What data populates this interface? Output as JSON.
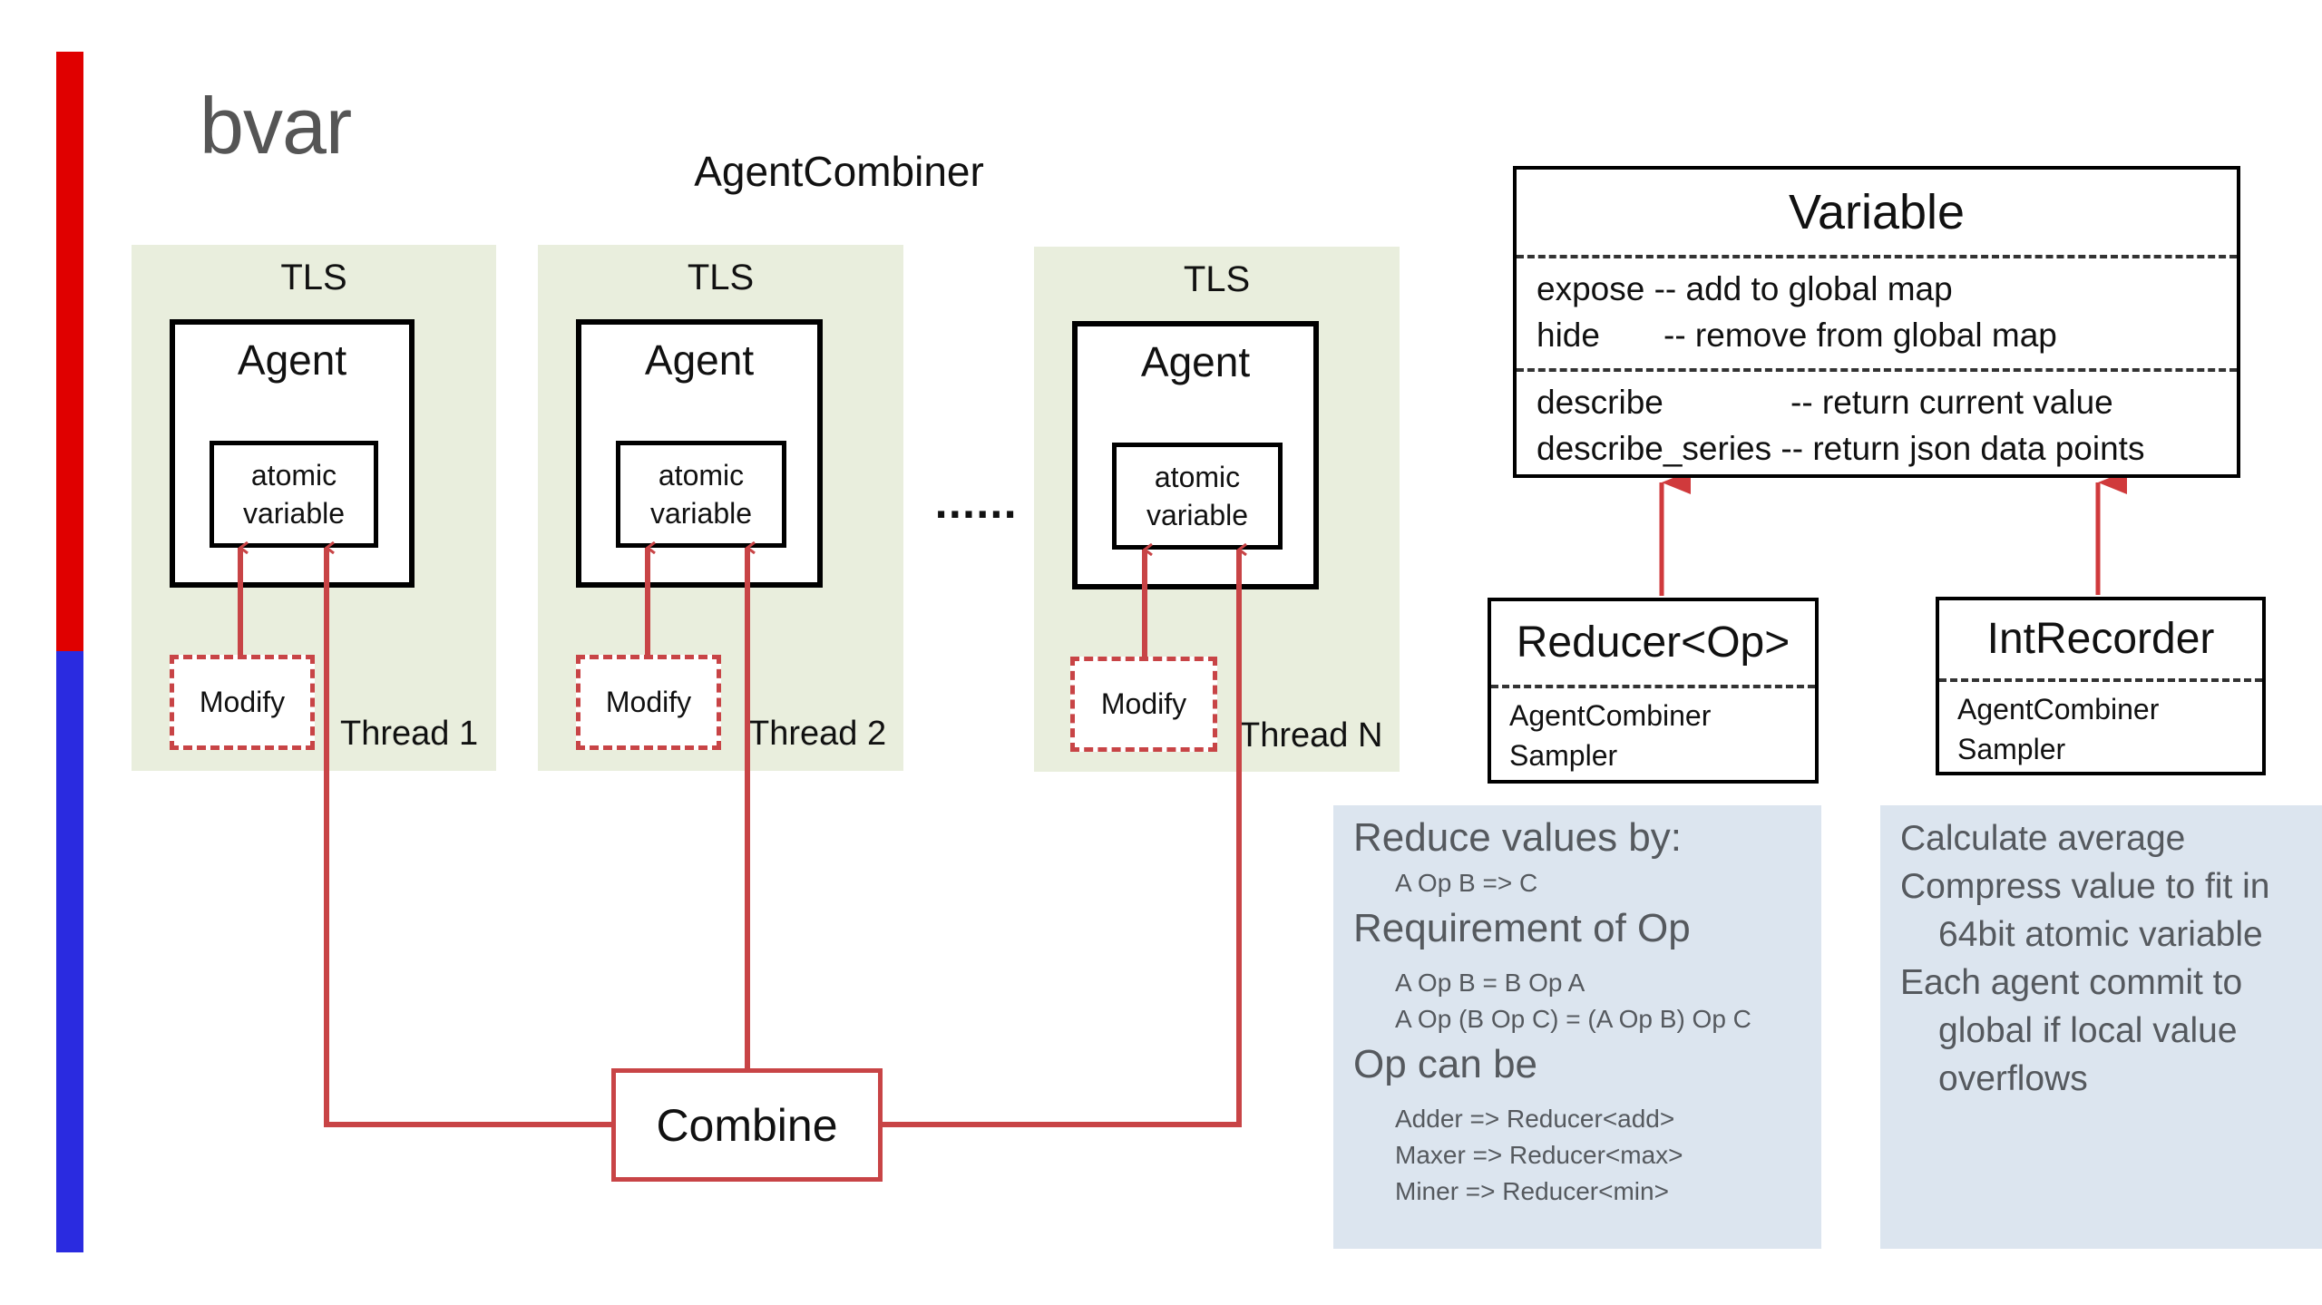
{
  "slide": {
    "title": "bvar",
    "accent_colors": {
      "top": "#E00000",
      "bottom": "#2A2BE0"
    }
  },
  "agent_combiner": {
    "title": "AgentCombiner",
    "threads": [
      {
        "tls_label": "TLS",
        "agent_label": "Agent",
        "atomic_line1": "atomic",
        "atomic_line2": "variable",
        "modify_label": "Modify",
        "thread_label": "Thread 1"
      },
      {
        "tls_label": "TLS",
        "agent_label": "Agent",
        "atomic_line1": "atomic",
        "atomic_line2": "variable",
        "modify_label": "Modify",
        "thread_label": "Thread 2"
      },
      {
        "tls_label": "TLS",
        "agent_label": "Agent",
        "atomic_line1": "atomic",
        "atomic_line2": "variable",
        "modify_label": "Modify",
        "thread_label": "Thread N"
      }
    ],
    "ellipsis": "......",
    "combine_label": "Combine",
    "colors": {
      "tls_fill": "#E9EEDD",
      "arrow": "#C84446"
    }
  },
  "variable_class": {
    "title": "Variable",
    "sections": [
      [
        {
          "name": "expose",
          "desc": "-- add to global map"
        },
        {
          "name": "hide",
          "desc": "-- remove from global map"
        }
      ],
      [
        {
          "name": "describe",
          "desc": "-- return current value"
        },
        {
          "name": "describe_series",
          "desc": "-- return json data points"
        }
      ]
    ]
  },
  "subclasses": [
    {
      "title": "Reducer<Op>",
      "members": [
        "AgentCombiner",
        "Sampler"
      ]
    },
    {
      "title": "IntRecorder",
      "members": [
        "AgentCombiner",
        "Sampler"
      ]
    }
  ],
  "notes": {
    "reducer": {
      "heading1": "Reduce values by:",
      "lines1": [
        "A Op B => C"
      ],
      "heading2": "Requirement of Op",
      "lines2": [
        "A Op B = B Op A",
        "A Op (B Op C) = (A Op B) Op C"
      ],
      "heading3": "Op can be",
      "lines3": [
        "Adder => Reducer<add>",
        "Maxer => Reducer<max>",
        "Miner => Reducer<min>"
      ]
    },
    "recorder": {
      "line1": "Calculate average",
      "line2": "Compress value to fit in",
      "line3": "64bit atomic variable",
      "line4": "Each agent commit to",
      "line5": "global if local value",
      "line6": "overflows"
    },
    "fill": "#DCE5EF"
  }
}
